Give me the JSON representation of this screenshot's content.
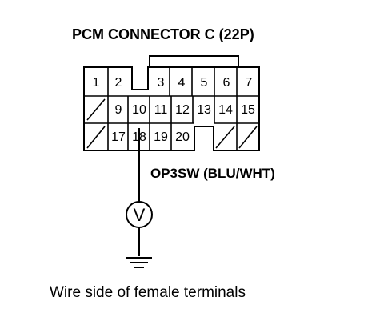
{
  "title": "PCM CONNECTOR C (22P)",
  "wire_label": "OP3SW (BLU/WHT)",
  "caption": "Wire side of female terminals",
  "meter_symbol": "V",
  "pins": {
    "row1": [
      "1",
      "2",
      "3",
      "4",
      "5",
      "6",
      "7"
    ],
    "row2": [
      "9",
      "10",
      "11",
      "12",
      "13",
      "14",
      "15"
    ],
    "row3": [
      "17",
      "18",
      "19",
      "20"
    ]
  }
}
